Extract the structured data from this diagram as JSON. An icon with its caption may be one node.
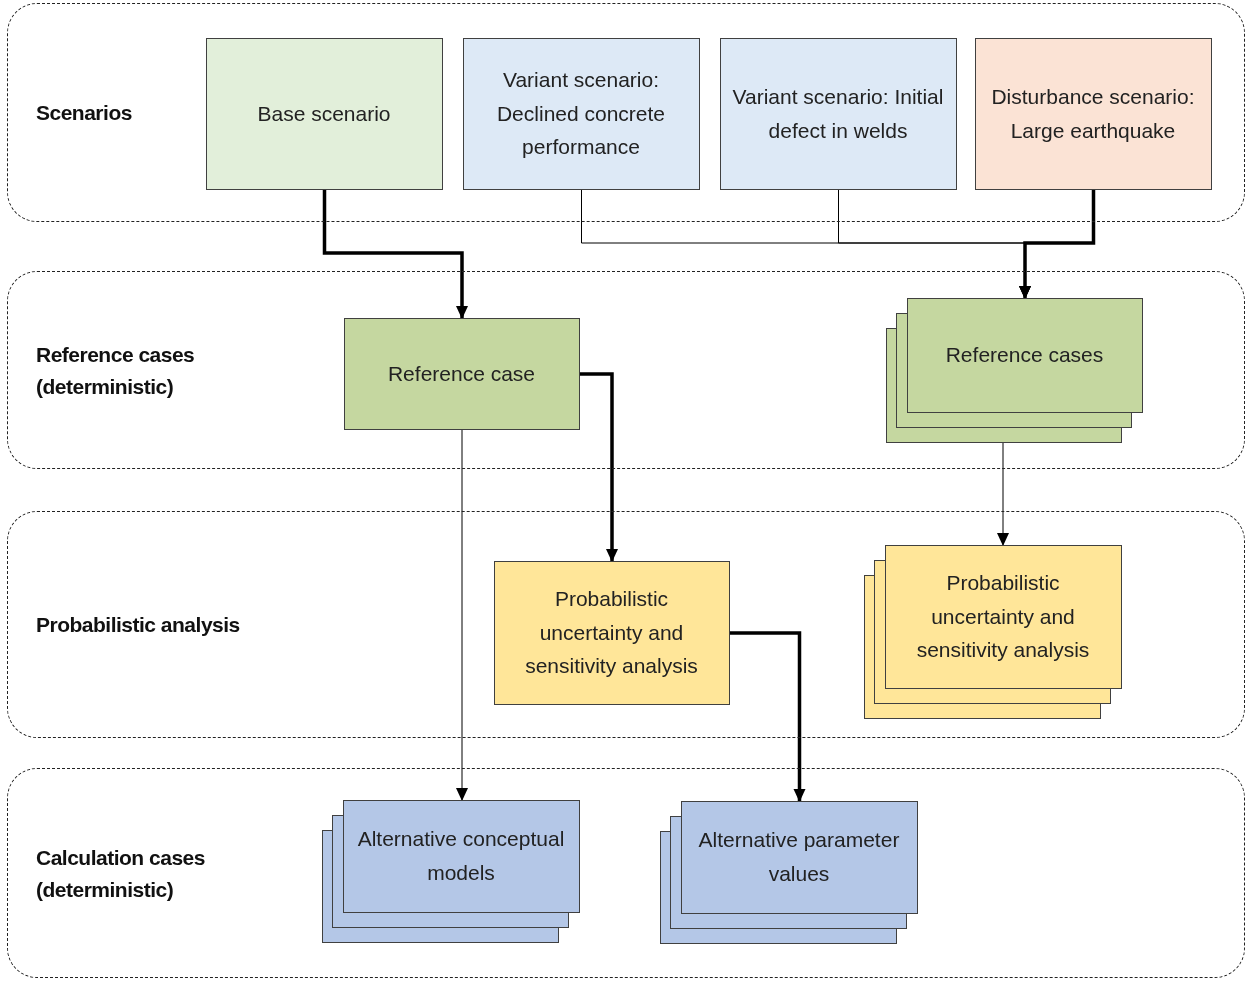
{
  "diagram": {
    "nodes": [
      {
        "text": [
          "Scenarios"
        ]
      },
      {
        "text": [
          "Base scenario"
        ],
        "in": 0
      },
      {
        "text": [
          "Variant scenario: Declined concrete performance"
        ],
        "in": 0
      },
      {
        "text": [
          "Variant scenario: Initial defect in welds"
        ],
        "in": 0
      },
      {
        "text": [
          "Disturbance scenario: Large earthquake"
        ],
        "in": 0
      },
      {
        "text": [
          "Reference cases (deterministic)"
        ]
      },
      {
        "text": [
          "Reference case"
        ],
        "in": 5
      },
      {
        "text": [
          "Reference cases"
        ],
        "in": 5
      },
      {
        "text": [
          "Probabilistic analysis"
        ]
      },
      {
        "text": [
          "Probabilistic uncertainty and sensitivity analysis"
        ],
        "in": 8
      },
      {
        "text": [
          "Probabilistic uncertainty and sensitivity analysis"
        ],
        "in": 8
      },
      {
        "text": [
          "Calculation cases (deterministic)"
        ]
      },
      {
        "text": [
          "Alternative conceptual models"
        ],
        "in": 11
      },
      {
        "text": [
          "Alternative parameter values"
        ],
        "in": 11
      }
    ],
    "edges": [
      {
        "from": 1,
        "to": 6,
        "arrow": "to",
        "style": "thick"
      },
      {
        "from": 2,
        "to": 7,
        "arrow": "to"
      },
      {
        "from": 3,
        "to": 7,
        "arrow": "to"
      },
      {
        "from": 4,
        "to": 7,
        "arrow": "to",
        "style": "thick"
      },
      {
        "from": 6,
        "to": 12,
        "arrow": "to"
      },
      {
        "from": 6,
        "to": 9,
        "arrow": "to",
        "style": "thick"
      },
      {
        "from": 7,
        "to": 10,
        "arrow": "to"
      },
      {
        "from": 9,
        "to": 13,
        "arrow": "to",
        "style": "thick"
      }
    ]
  }
}
